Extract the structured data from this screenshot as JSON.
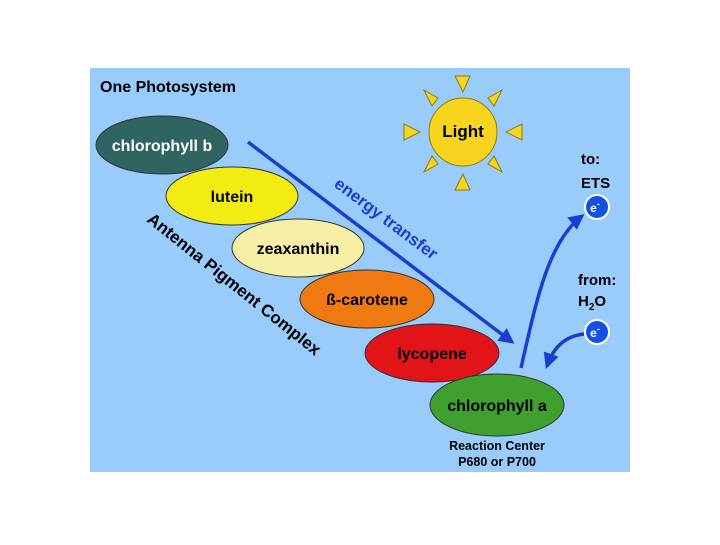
{
  "title": "One Photosystem",
  "light_label": "Light",
  "pigments": [
    {
      "label": "chlorophyll b",
      "color": "#2f6461",
      "text_color": "#ffffff"
    },
    {
      "label": "lutein",
      "color": "#f2ec12",
      "text_color": "#000000"
    },
    {
      "label": "zeaxanthin",
      "color": "#f6f0a6",
      "text_color": "#000000"
    },
    {
      "label": "ß-carotene",
      "color": "#f07a12",
      "text_color": "#000000"
    },
    {
      "label": "lycopene",
      "color": "#e2141a",
      "text_color": "#000000"
    },
    {
      "label": "chlorophyll a",
      "color": "#3f9f2f",
      "text_color": "#000000"
    }
  ],
  "energy_transfer_label": "energy transfer",
  "antenna_label": "Antenna Pigment Complex",
  "reaction_center": {
    "line1": "Reaction Center",
    "line2": "P680 or P700"
  },
  "to_label": {
    "line1": "to:",
    "line2": "ETS"
  },
  "from_label": {
    "line1": "from:",
    "line2_prefix": "H",
    "line2_sub": "2",
    "line2_suffix": "O"
  },
  "electron": {
    "symbol": "e",
    "charge": "-"
  },
  "colors": {
    "background": "#99ccfa",
    "arrow": "#1a3fd0",
    "sun": "#f7d51e",
    "electron": "#1450e6"
  }
}
